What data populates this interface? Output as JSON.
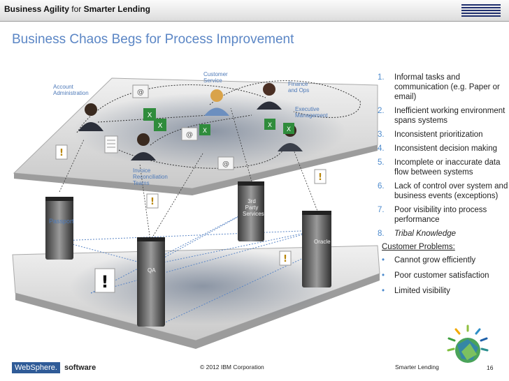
{
  "header": {
    "title_bold1": "Business Agility",
    "title_mid": " for ",
    "title_bold2": "Smarter Lending",
    "logo": "IBM"
  },
  "slide_title": "Business Chaos Begs for Process Improvement",
  "diagram": {
    "people_labels": {
      "account_admin": [
        "Account",
        "Administration"
      ],
      "customer_service": [
        "Customer",
        "Service"
      ],
      "finance_ops": [
        "Finance",
        "and Ops"
      ],
      "executive": [
        "Executive",
        "Management"
      ],
      "invoice": [
        "Invoice",
        "Reconciliation",
        "Teams"
      ]
    },
    "systems": {
      "passport": "Passport",
      "third_party": [
        "3rd",
        "Party",
        "Services"
      ],
      "oracle": "Oracle",
      "qa": "QA"
    }
  },
  "problems": [
    {
      "n": "1.",
      "text": "Informal tasks and communication (e.g. Paper or email)"
    },
    {
      "n": "2.",
      "text": "Inefficient working environment spans systems"
    },
    {
      "n": "3.",
      "text": "Inconsistent prioritization"
    },
    {
      "n": "4.",
      "text": "Inconsistent decision making"
    },
    {
      "n": "5.",
      "text": "Incomplete or inaccurate data flow between systems"
    },
    {
      "n": "6.",
      "text": "Lack of control over system and business events (exceptions)"
    },
    {
      "n": "7.",
      "text": "Poor visibility into process performance"
    },
    {
      "n": "8.",
      "text": "Tribal Knowledge"
    }
  ],
  "customer_problems_heading": "Customer Problems:",
  "customer_problems": [
    "Cannot grow efficiently",
    "Poor customer satisfaction",
    "Limited visibility"
  ],
  "footer": {
    "websphere": "WebSphere.",
    "software": "software",
    "copyright": "© 2012 IBM Corporation",
    "smarter": "Smarter Lending",
    "page": "16"
  },
  "colors": {
    "title": "#5b86c5",
    "numbers": "#4c8acd",
    "websphere": "#2f5b97"
  }
}
